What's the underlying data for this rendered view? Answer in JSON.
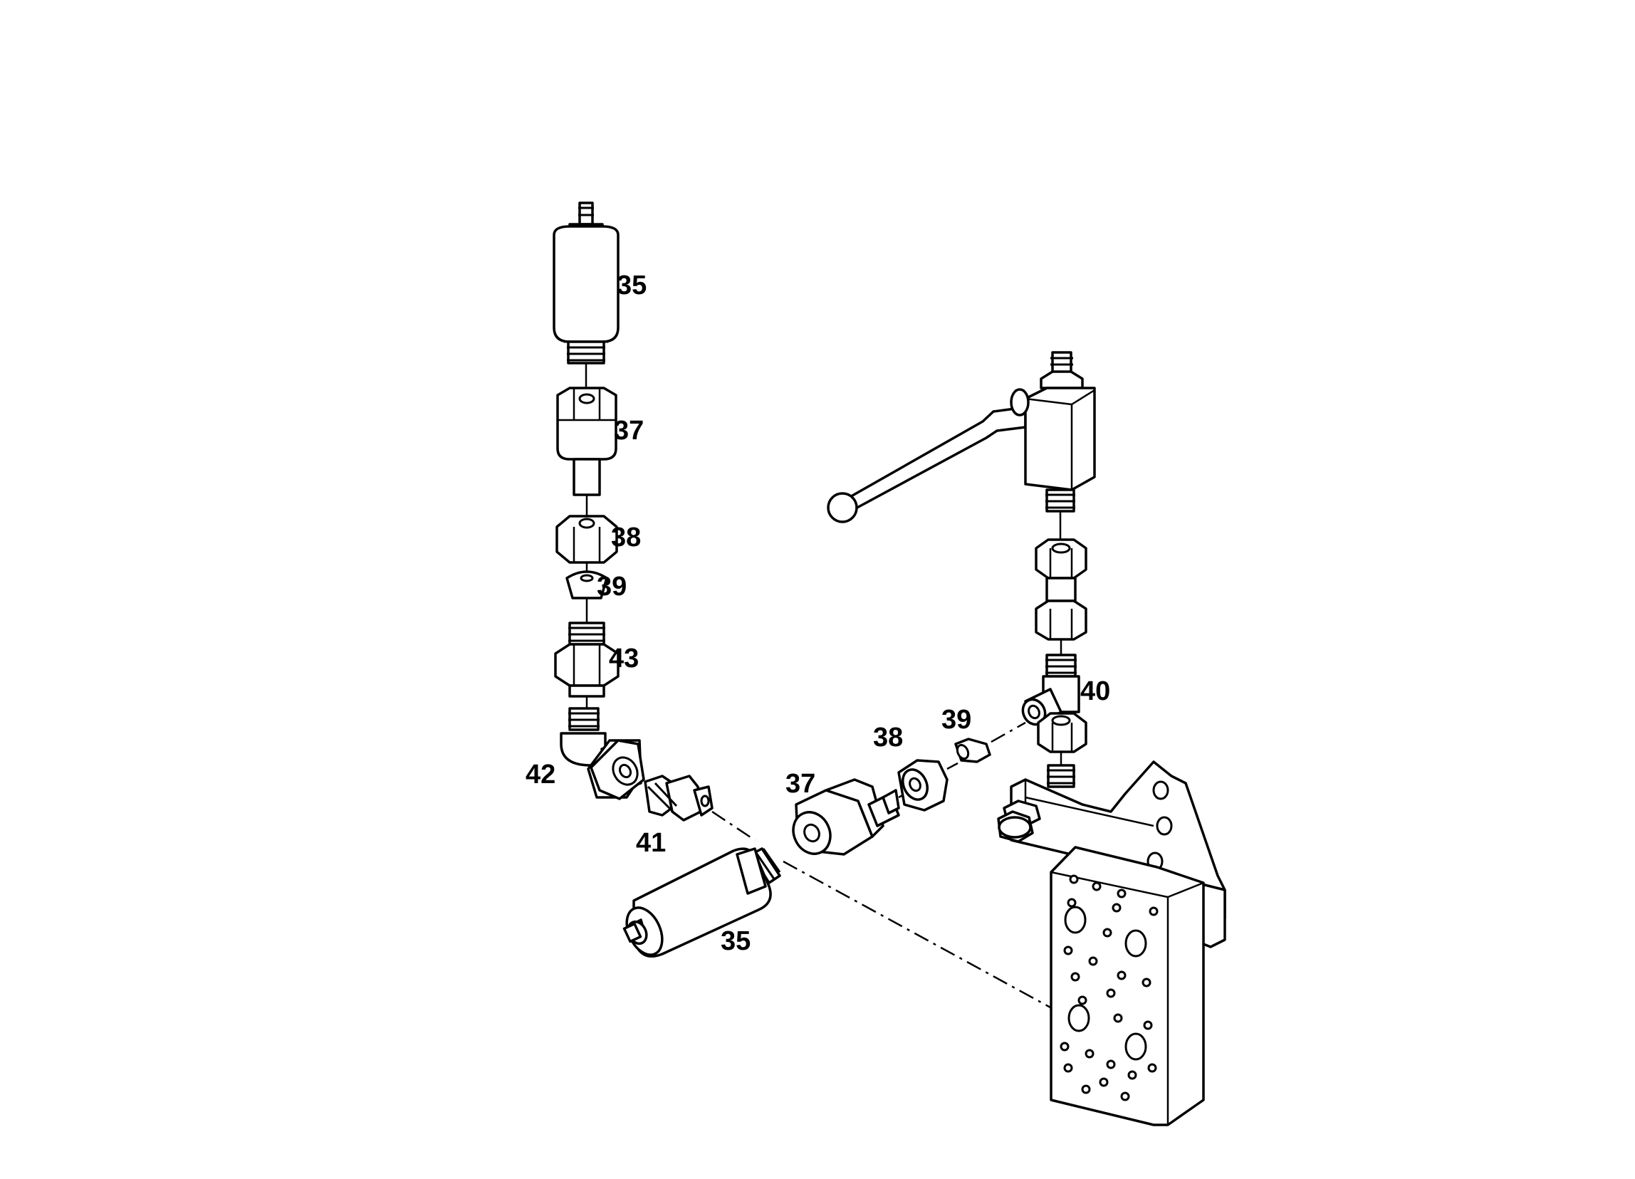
{
  "diagram": {
    "callouts": [
      {
        "id": "35-top",
        "text": "35"
      },
      {
        "id": "37-top",
        "text": "37"
      },
      {
        "id": "38-top",
        "text": "38"
      },
      {
        "id": "39-top",
        "text": "39"
      },
      {
        "id": "43",
        "text": "43"
      },
      {
        "id": "42",
        "text": "42"
      },
      {
        "id": "41",
        "text": "41"
      },
      {
        "id": "35-bottom",
        "text": "35"
      },
      {
        "id": "37-mid",
        "text": "37"
      },
      {
        "id": "38-mid",
        "text": "38"
      },
      {
        "id": "39-mid",
        "text": "39"
      },
      {
        "id": "40",
        "text": "40"
      }
    ]
  }
}
